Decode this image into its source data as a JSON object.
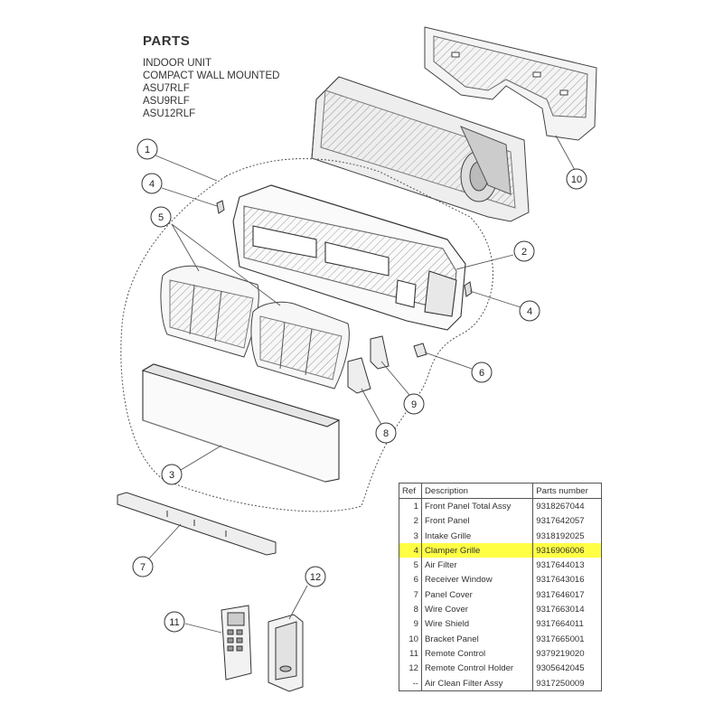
{
  "heading": "PARTS",
  "subtitle_lines": [
    "INDOOR UNIT",
    "COMPACT WALL MOUNTED",
    "ASU7RLF",
    "ASU9RLF",
    "ASU12RLF"
  ],
  "callouts": [
    "1",
    "4",
    "5",
    "2",
    "4",
    "6",
    "9",
    "8",
    "3",
    "7",
    "10",
    "11",
    "12"
  ],
  "table": {
    "headers": [
      "Ref",
      "Description",
      "Parts number"
    ],
    "highlight_color": "#ffff44",
    "highlighted_ref": "4",
    "rows": [
      {
        "ref": "1",
        "description": "Front Panel Total Assy",
        "part": "9318267044"
      },
      {
        "ref": "2",
        "description": "Front Panel",
        "part": "9317642057"
      },
      {
        "ref": "3",
        "description": "Intake Grille",
        "part": "9318192025"
      },
      {
        "ref": "4",
        "description": "Clamper Grille",
        "part": "9316906006"
      },
      {
        "ref": "5",
        "description": "Air Filter",
        "part": "9317644013"
      },
      {
        "ref": "6",
        "description": "Receiver Window",
        "part": "9317643016"
      },
      {
        "ref": "7",
        "description": "Panel Cover",
        "part": "9317646017"
      },
      {
        "ref": "8",
        "description": "Wire Cover",
        "part": "9317663014"
      },
      {
        "ref": "9",
        "description": "Wire Shield",
        "part": "9317664011"
      },
      {
        "ref": "10",
        "description": "Bracket Panel",
        "part": "9317665001"
      },
      {
        "ref": "11",
        "description": "Remote Control",
        "part": "9379219020"
      },
      {
        "ref": "12",
        "description": "Remote Control Holder",
        "part": "9305642045"
      },
      {
        "ref": "--",
        "description": "Air Clean Filter Assy",
        "part": "9317250009"
      }
    ]
  }
}
